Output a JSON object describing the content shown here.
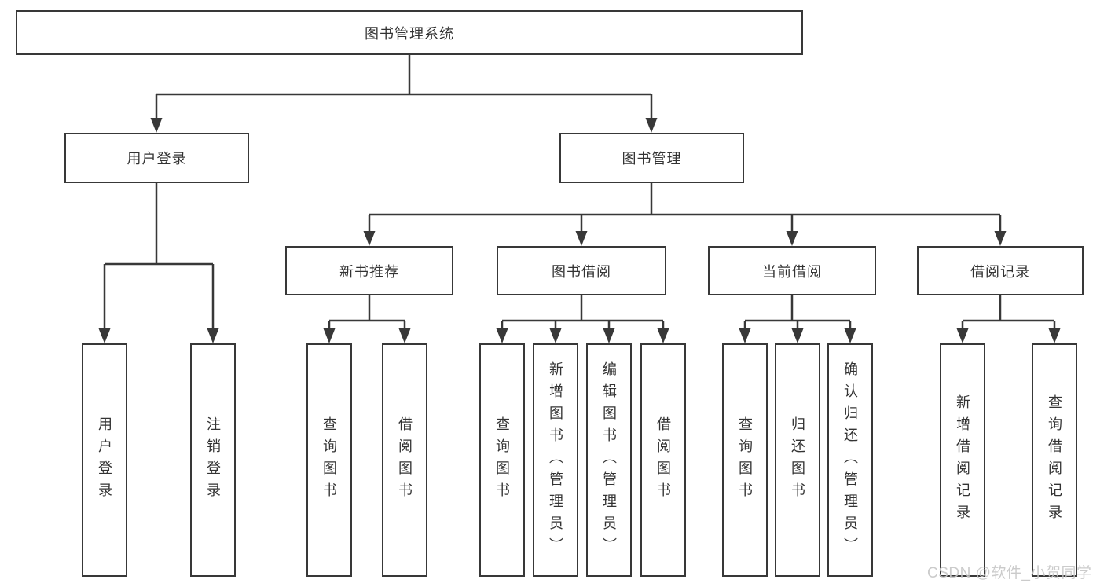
{
  "diagram": {
    "root": {
      "label": "图书管理系统"
    },
    "level2": [
      {
        "label": "用户登录"
      },
      {
        "label": "图书管理"
      }
    ],
    "level3": [
      {
        "label": "新书推荐"
      },
      {
        "label": "图书借阅"
      },
      {
        "label": "当前借阅"
      },
      {
        "label": "借阅记录"
      }
    ],
    "leaves": {
      "user_login": [
        "用户登录",
        "注销登录"
      ],
      "new_books": [
        "查询图书",
        "借阅图书"
      ],
      "book_borrow": [
        "查询图书",
        "新增图书（管理员）",
        "编辑图书（管理员）",
        "借阅图书"
      ],
      "current_borrow": [
        "查询图书",
        "归还图书",
        "确认归还（管理员）"
      ],
      "borrow_records": [
        "新增借阅记录",
        "查询借阅记录"
      ]
    },
    "colors": {
      "line": "#383838",
      "text": "#333333",
      "background": "#ffffff",
      "watermark": "#c7c7c7"
    }
  },
  "watermark": {
    "text": "CSDN @软件_小贺同学"
  }
}
